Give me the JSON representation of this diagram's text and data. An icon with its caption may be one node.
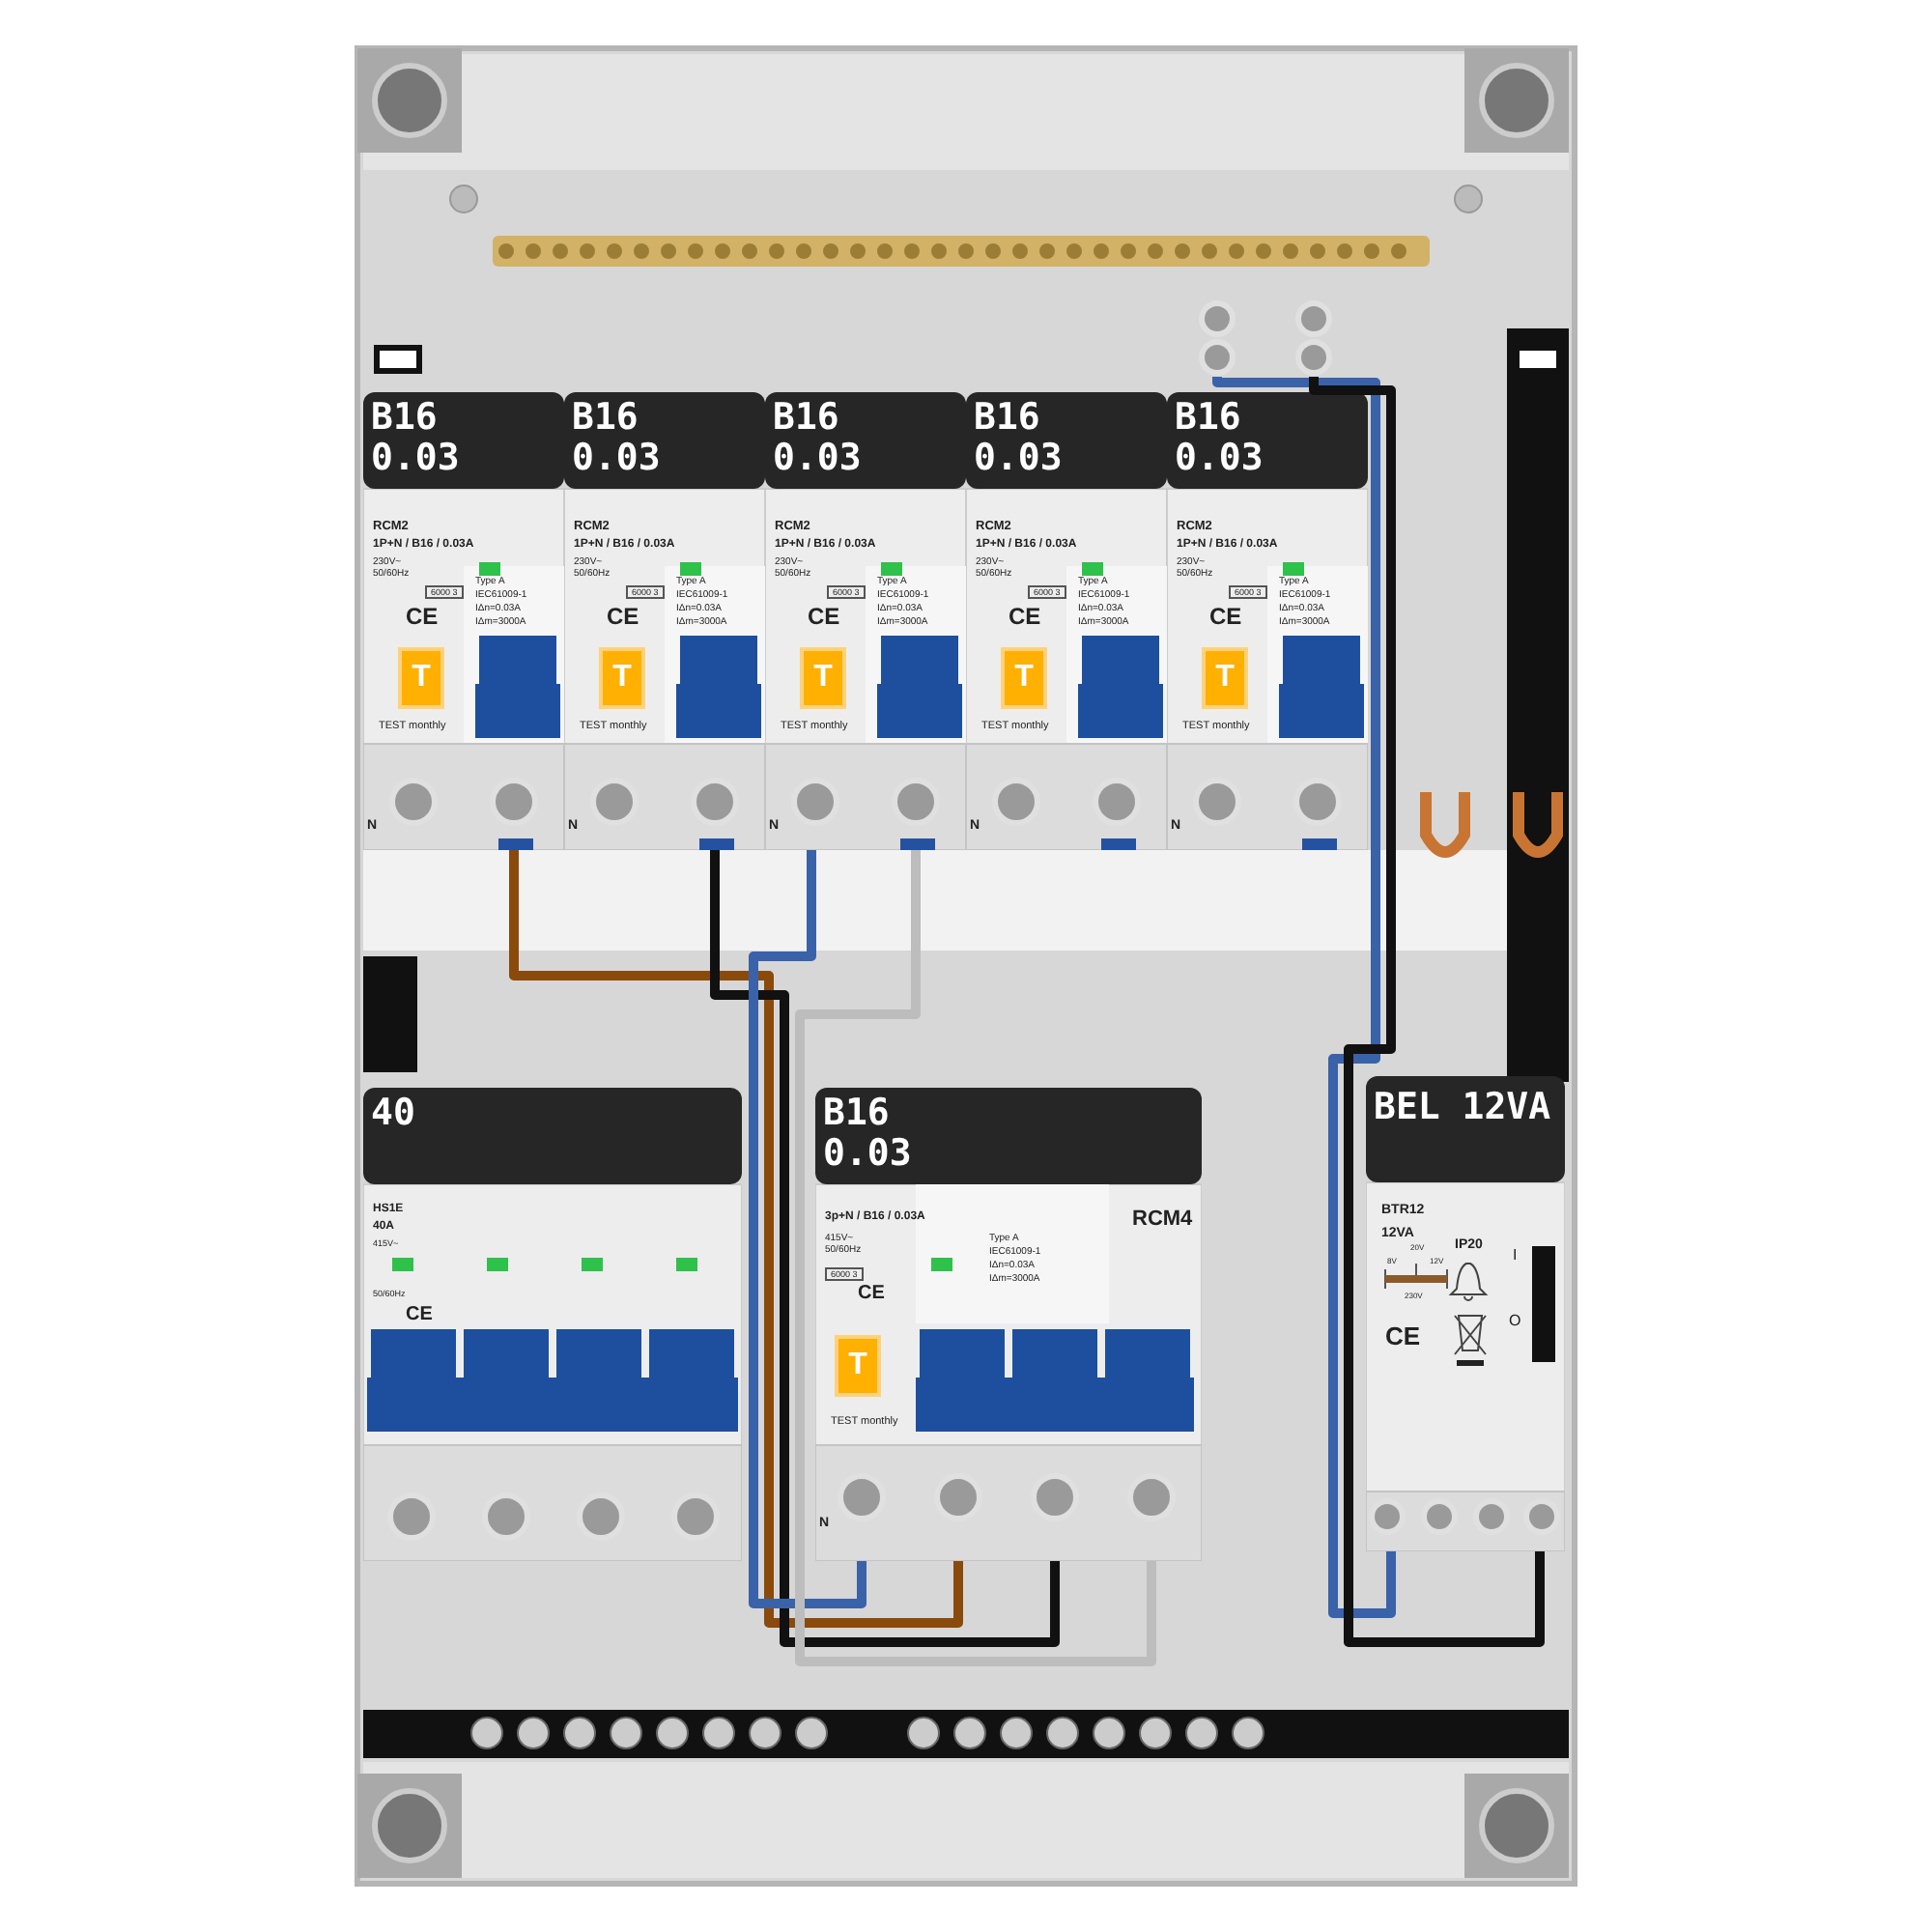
{
  "diagram": {
    "nodes": [
      {
        "text": [],
        "shape": "circle"
      },
      {
        "text": [],
        "shape": "circle"
      },
      {
        "text": [
          "B16 0.03",
          "RCM2",
          "1P+N / B16 / 0.03A",
          "230V~ 50/60Hz",
          "6000 3",
          "CE",
          "Type A",
          "IEC61009-1",
          "IΔn=0.03A",
          "IΔm=3000A",
          "T",
          "TEST monthly",
          "N"
        ]
      },
      {
        "text": [
          "B16 0.03",
          "RCM2",
          "1P+N / B16 / 0.03A",
          "230V~ 50/60Hz",
          "6000 3",
          "CE",
          "Type A",
          "IEC61009-1",
          "IΔn=0.03A",
          "IΔm=3000A",
          "T",
          "TEST monthly",
          "N"
        ]
      },
      {
        "text": [
          "B16 0.03",
          "RCM2",
          "1P+N / B16 / 0.03A",
          "230V~ 50/60Hz",
          "6000 3",
          "CE",
          "Type A",
          "IEC61009-1",
          "IΔn=0.03A",
          "IΔm=3000A",
          "T",
          "TEST monthly",
          "N"
        ]
      },
      {
        "text": [
          "B16 0.03",
          "RCM2",
          "1P+N / B16 / 0.03A",
          "230V~ 50/60Hz",
          "6000 3",
          "CE",
          "Type A",
          "IEC61009-1",
          "IΔn=0.03A",
          "IΔm=3000A",
          "T",
          "TEST monthly",
          "N"
        ]
      },
      {
        "text": [
          "B16 0.03",
          "RCM2",
          "1P+N / B16 / 0.03A",
          "230V~ 50/60Hz",
          "6000 3",
          "CE",
          "Type A",
          "IEC61009-1",
          "IΔn=0.03A",
          "IΔm=3000A",
          "T",
          "TEST monthly",
          "N"
        ]
      },
      {
        "text": [
          "40",
          "HS1E",
          "40A",
          "415V~",
          "50/60Hz",
          "CE"
        ]
      },
      {
        "text": [
          "B16 0.03",
          "3p+N / B16 / 0.03A",
          "415V~ 50/60Hz",
          "6000 3",
          "CE",
          "Type A",
          "IEC61009-1",
          "IΔn=0.03A",
          "IΔm=3000A",
          "RCM4",
          "T",
          "TEST monthly",
          "N"
        ]
      },
      {
        "text": [
          "BEL 12VA",
          "BTR12",
          "12VA",
          "8V",
          "20V",
          "12V",
          "230V",
          "IP20",
          "CE",
          "I",
          "O"
        ]
      }
    ],
    "edges": [
      {
        "from": 0,
        "to": 9,
        "arrow": "none",
        "color": "#3a62a8"
      },
      {
        "from": 1,
        "to": 9,
        "arrow": "none",
        "color": "#111111"
      },
      {
        "from": 2,
        "to": 8,
        "arrow": "none",
        "color": "#8a4a0c"
      },
      {
        "from": 3,
        "to": 8,
        "arrow": "none",
        "color": "#111111"
      },
      {
        "from": 4,
        "to": 8,
        "arrow": "none",
        "color": "#3a62a8"
      },
      {
        "from": 4,
        "to": 8,
        "arrow": "none",
        "color": "#bdbdbd"
      }
    ]
  }
}
